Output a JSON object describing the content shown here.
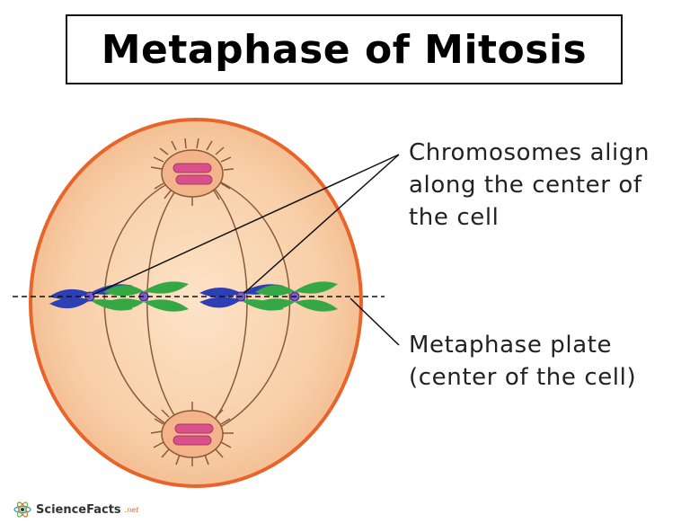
{
  "title": "Metaphase of Mitosis",
  "labels": {
    "chromosomes_line1": "Chromosomes align",
    "chromosomes_line2": "along the center of",
    "chromosomes_line3": "the cell",
    "plate_line1": "Metaphase plate",
    "plate_line2": "(center of the cell)"
  },
  "logo": {
    "name": "ScienceFacts",
    "tld": ".net",
    "icon": "atom-icon"
  },
  "colors": {
    "cell_fill": "#f7c9a1",
    "cell_border": "#e8642a",
    "chromatid_blue": "#2c3fb5",
    "chromatid_green": "#35a845",
    "centromere": "#7a5dc7",
    "centrosome": "#d9508a",
    "spindle": "#8a5a3a"
  }
}
